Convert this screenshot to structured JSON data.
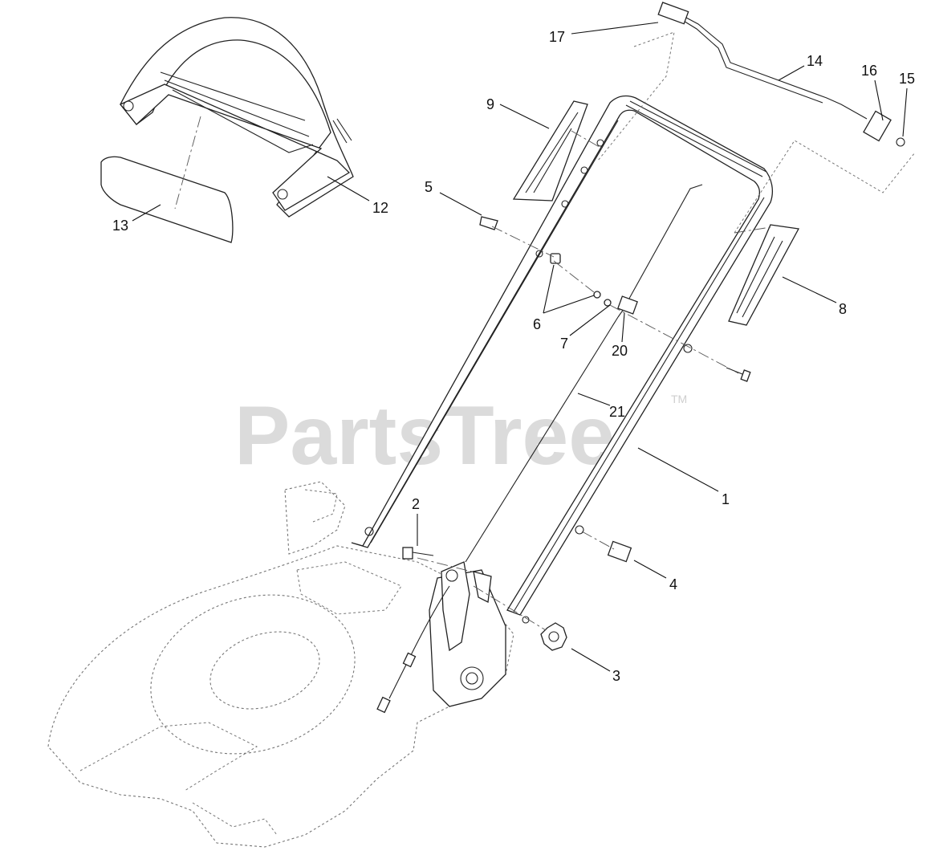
{
  "watermark": {
    "text": "PartsTree",
    "trademark": "TM"
  },
  "callouts": [
    {
      "id": "c1",
      "text": "1"
    },
    {
      "id": "c2",
      "text": "2"
    },
    {
      "id": "c3",
      "text": "3"
    },
    {
      "id": "c4",
      "text": "4"
    },
    {
      "id": "c5",
      "text": "5"
    },
    {
      "id": "c6",
      "text": "6"
    },
    {
      "id": "c7",
      "text": "7"
    },
    {
      "id": "c8",
      "text": "8"
    },
    {
      "id": "c9",
      "text": "9"
    },
    {
      "id": "c12",
      "text": "12"
    },
    {
      "id": "c13",
      "text": "13"
    },
    {
      "id": "c14",
      "text": "14"
    },
    {
      "id": "c15",
      "text": "15"
    },
    {
      "id": "c16",
      "text": "16"
    },
    {
      "id": "c17",
      "text": "17"
    },
    {
      "id": "c20",
      "text": "20"
    },
    {
      "id": "c21",
      "text": "21"
    }
  ]
}
